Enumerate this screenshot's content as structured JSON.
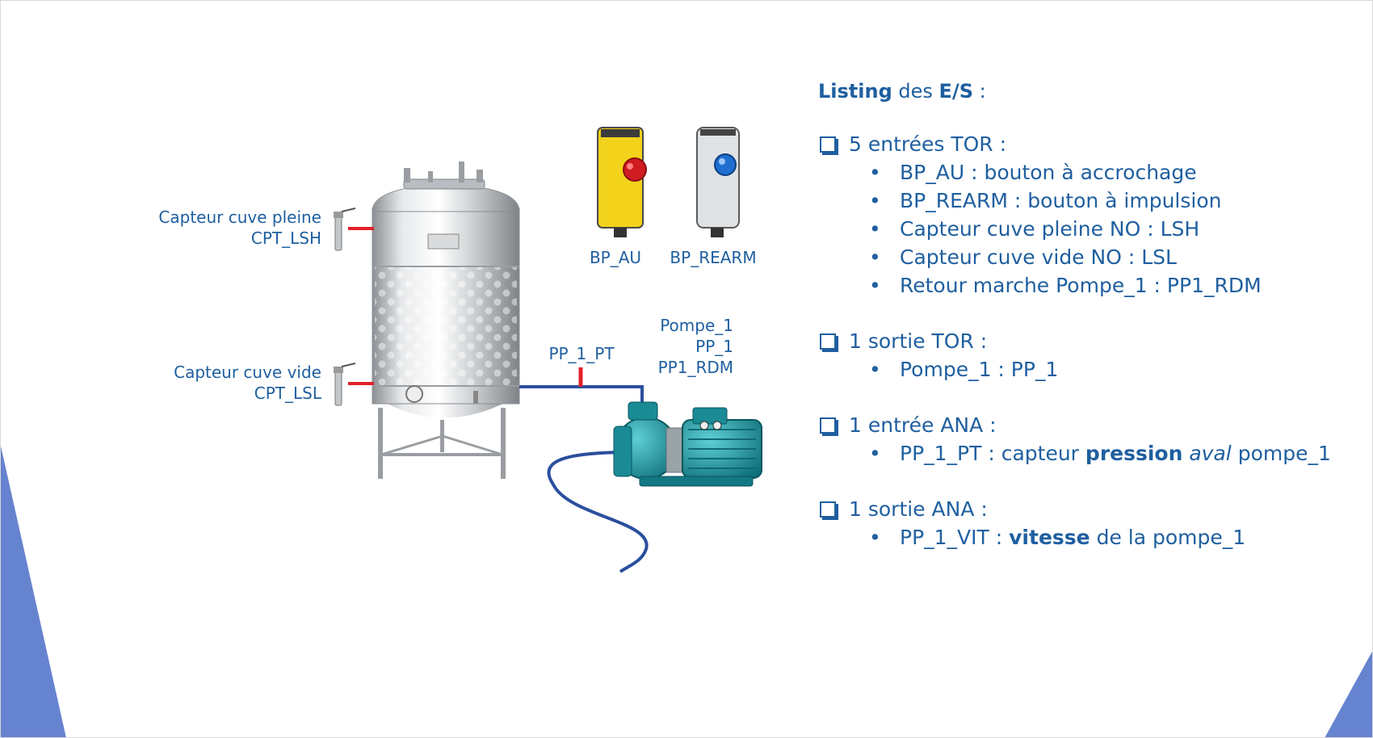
{
  "diagram": {
    "sensor_full": {
      "line1": "Capteur cuve pleine",
      "line2": "CPT_LSH"
    },
    "sensor_empty": {
      "line1": "Capteur cuve vide",
      "line2": "CPT_LSL"
    },
    "btn_au": "BP_AU",
    "btn_rearm": "BP_REARM",
    "pressure_sensor": "PP_1_PT",
    "pump": {
      "line1": "Pompe_1",
      "line2": "PP_1",
      "line3": "PP1_RDM"
    }
  },
  "listing": {
    "title_bold1": "Listing",
    "title_mid": " des ",
    "title_bold2": "E/S",
    "title_end": " :",
    "tor_inputs": {
      "head": "5 entrées  TOR :",
      "items": [
        "BP_AU : bouton à accrochage",
        "BP_REARM : bouton à impulsion",
        "Capteur cuve pleine NO : LSH",
        "Capteur cuve vide NO : LSL",
        "Retour marche Pompe_1 : PP1_RDM"
      ]
    },
    "tor_outputs": {
      "head": "1 sortie TOR :",
      "items": [
        "Pompe_1 : PP_1"
      ]
    },
    "ana_inputs": {
      "head": "1 entrée ANA :",
      "item": {
        "part1": "PP_1_PT : capteur ",
        "bold": "pression",
        "sp": " ",
        "italic": "aval",
        "part2": " pompe_1"
      }
    },
    "ana_outputs": {
      "head": "1 sortie ANA :",
      "item": {
        "part1": "PP_1_VIT : ",
        "bold": "vitesse",
        "part2": " de la pompe_1"
      }
    }
  },
  "colors": {
    "text_blue": "#1f5fa0",
    "accent_blue": "#6683d0",
    "pipe_blue": "#2b4f9e",
    "sensor_red": "#e0202a"
  }
}
